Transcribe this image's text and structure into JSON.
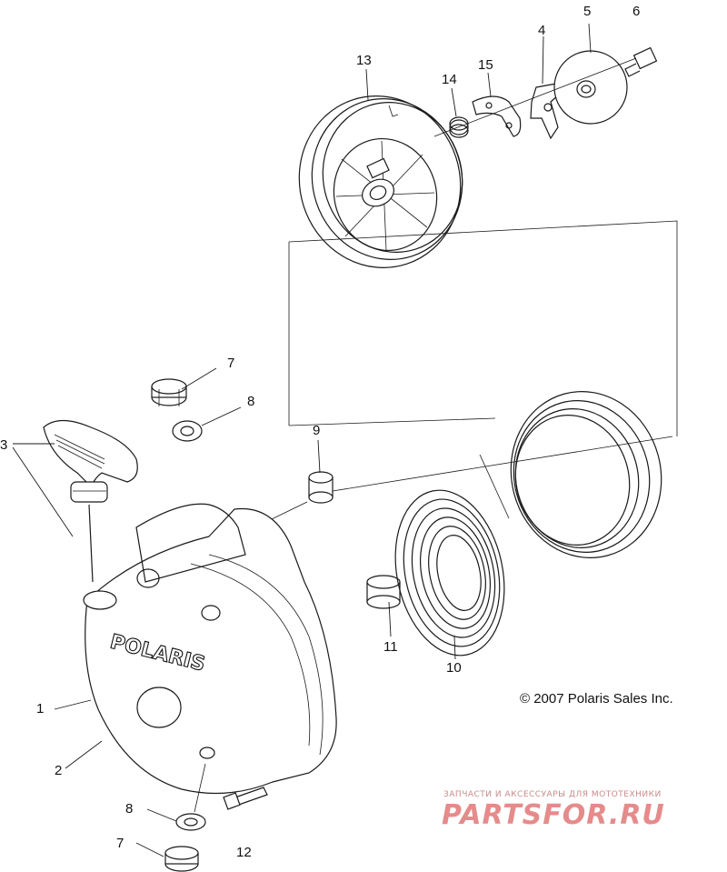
{
  "callouts": [
    {
      "id": "c1",
      "label": "1"
    },
    {
      "id": "c2",
      "label": "2"
    },
    {
      "id": "c3",
      "label": "3"
    },
    {
      "id": "c4",
      "label": "4"
    },
    {
      "id": "c5",
      "label": "5"
    },
    {
      "id": "c6",
      "label": "6"
    },
    {
      "id": "c7a",
      "label": "7"
    },
    {
      "id": "c7b",
      "label": "7"
    },
    {
      "id": "c8a",
      "label": "8"
    },
    {
      "id": "c8b",
      "label": "8"
    },
    {
      "id": "c9",
      "label": "9"
    },
    {
      "id": "c10",
      "label": "10"
    },
    {
      "id": "c11",
      "label": "11"
    },
    {
      "id": "c12",
      "label": "12"
    },
    {
      "id": "c13",
      "label": "13"
    },
    {
      "id": "c14",
      "label": "14"
    },
    {
      "id": "c15",
      "label": "15"
    }
  ],
  "cover_logo_text": "POLARIS",
  "copyright": "© 2007 Polaris Sales Inc.",
  "watermark": {
    "caption": "ЗАПЧАСТИ И АКСЕССУАРЫ ДЛЯ МОТОТЕХНИКИ",
    "logo": "PARTSFOR.RU"
  }
}
